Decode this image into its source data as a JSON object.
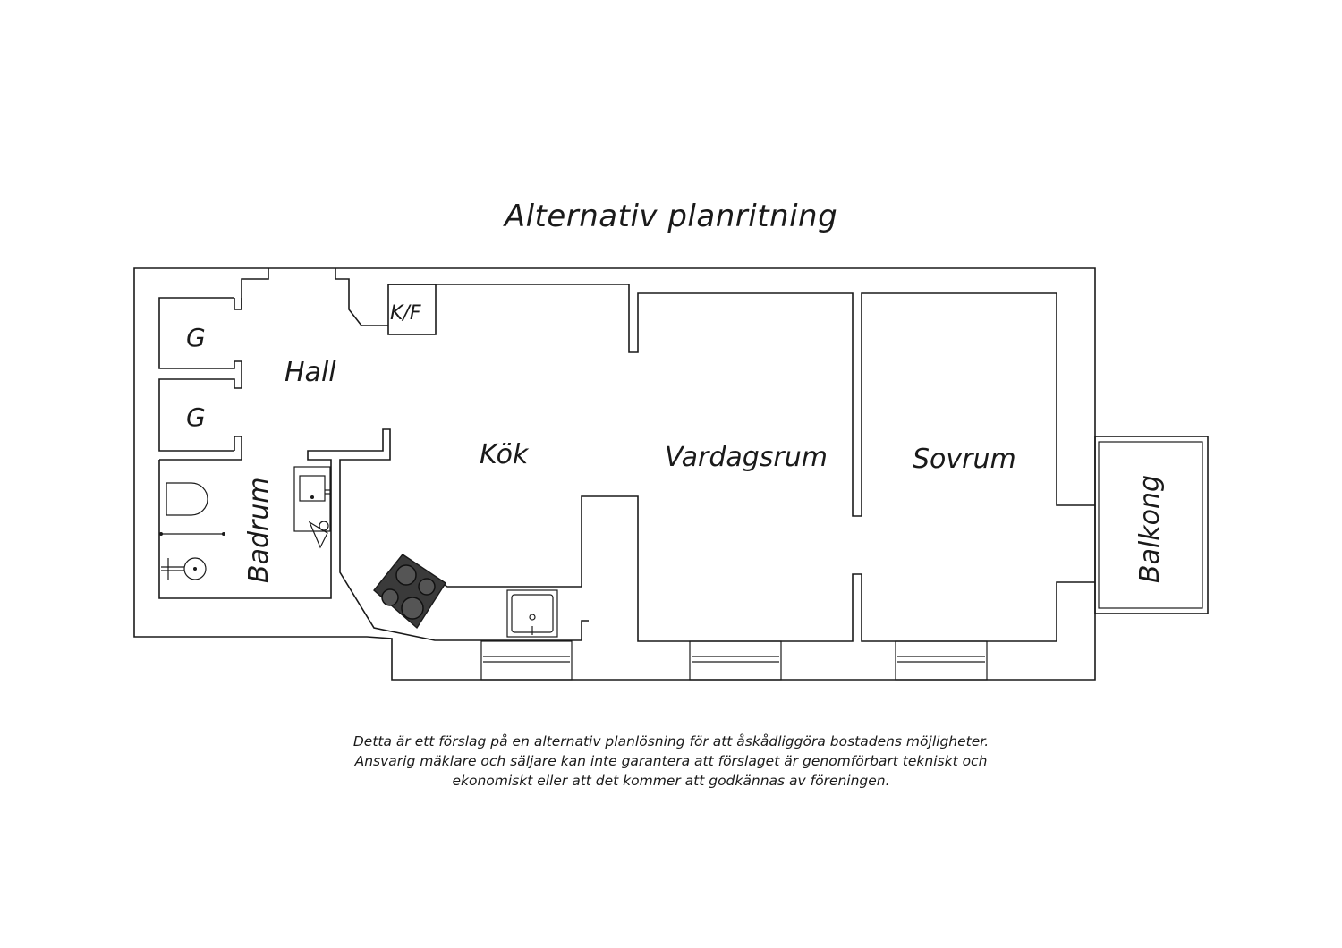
{
  "title": "Alternativ planritning",
  "rooms": {
    "hall": "Hall",
    "garderob_1": "G",
    "garderob_2": "G",
    "kyl_frys": "K/F",
    "kok": "Kök",
    "vardagsrum": "Vardagsrum",
    "sovrum": "Sovrum",
    "badrum": "Badrum",
    "balkong": "Balkong"
  },
  "disclaimer": {
    "line1": "Detta är ett förslag på en alternativ planlösning för att åskådliggöra bostadens möjligheter.",
    "line2": "Ansvarig mäklare och säljare kan inte garantera att förslaget är genomförbart tekniskt och",
    "line3": "ekonomiskt eller att det kommer att godkännas av föreningen."
  },
  "colors": {
    "line": "#1a1a1a",
    "stove": "#3a3a3a"
  }
}
